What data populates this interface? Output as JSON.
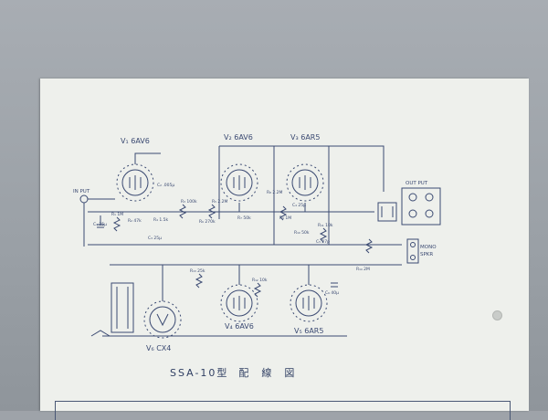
{
  "document": {
    "title": "SSA-10型",
    "title_kanji": "配線図"
  },
  "tubes": [
    {
      "id": "v1",
      "label": "V₁ 6AV6"
    },
    {
      "id": "v2",
      "label": "V₂ 6AV6"
    },
    {
      "id": "v3",
      "label": "V₃ 6AR5"
    },
    {
      "id": "v4",
      "label": "V₄ 6AV6"
    },
    {
      "id": "v5",
      "label": "V₅ 6AR5"
    },
    {
      "id": "v6",
      "label": "V₆ CX4"
    }
  ],
  "connectors": {
    "input": "IN PUT",
    "output": "OUT PUT",
    "mono_speaker_line1": "MONO",
    "mono_speaker_line2": "SPKR"
  },
  "components": [
    "C₁ 25μ",
    "R₁ 1M",
    "R₂ 47k",
    "C₂ .005μ",
    "R₃ 100k",
    "R₄ 1.5k",
    "C₃ 25μ",
    "R₅ 2.2M",
    "R₆ 270k",
    "R₇ 50k",
    "R₈ 2.2M",
    "C₄ 25μ",
    "R₉ 1M",
    "R₁₀ 50k",
    "R₁₁ 10k",
    "C₅ 27p",
    "R₁₂ 10k",
    "R₁₃ 25k",
    "R₁₄ 2M",
    "C₆ 40μ"
  ],
  "colors": {
    "ink": "#3b4a72",
    "paper": "#eef0ec",
    "background": "#9ea3a9"
  }
}
